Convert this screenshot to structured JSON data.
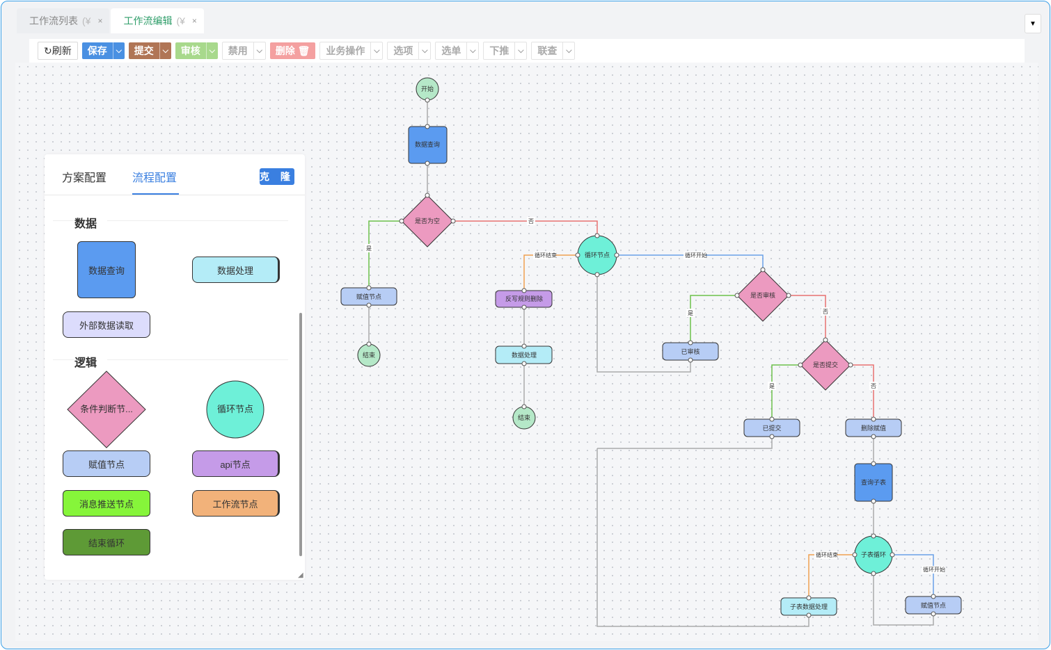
{
  "tabs": [
    {
      "label": "工作流列表",
      "paren": "(¥",
      "close": "×"
    },
    {
      "label": "工作流编辑",
      "paren": "(¥",
      "close": "×"
    }
  ],
  "toolbar": {
    "refresh": "刷新",
    "save": "保存",
    "submit": "提交",
    "audit": "审核",
    "disable": "禁用",
    "delete": "删除",
    "business": "业务操作",
    "options": "选项",
    "select": "选单",
    "push": "下推",
    "query": "联查"
  },
  "panel": {
    "tab1": "方案配置",
    "tab2": "流程配置",
    "clone": "克 隆",
    "section_data": "数据",
    "section_logic": "逻辑",
    "items": {
      "data_query": "数据查询",
      "data_process": "数据处理",
      "external_read": "外部数据读取",
      "condition": "条件判断节...",
      "loop": "循环节点",
      "assign": "赋值节点",
      "api": "api节点",
      "message": "消息推送节点",
      "workflow": "工作流节点",
      "end_loop": "结束循环"
    }
  },
  "flow": {
    "start": "开始",
    "data_query": "数据查询",
    "is_empty": "是否为空",
    "assign1": "赋值节点",
    "end1": "结束",
    "loop": "循环节点",
    "reverse_delete": "反写规则删除",
    "data_process": "数据处理",
    "end2": "结束",
    "is_audit": "是否审核",
    "audited": "已审核",
    "is_submit": "是否提交",
    "submitted": "已提交",
    "delete_assign": "删除赋值",
    "query_sub": "查询子表",
    "sub_loop": "子表循环",
    "sub_process": "子表数据处理",
    "assign2": "赋值节点",
    "edge_yes": "是",
    "edge_no": "否",
    "edge_loop_end": "循环结束",
    "edge_loop_start": "循环开始"
  },
  "colors": {
    "accent": "#3a7fe0",
    "green_tab": "#2f9e6a"
  }
}
